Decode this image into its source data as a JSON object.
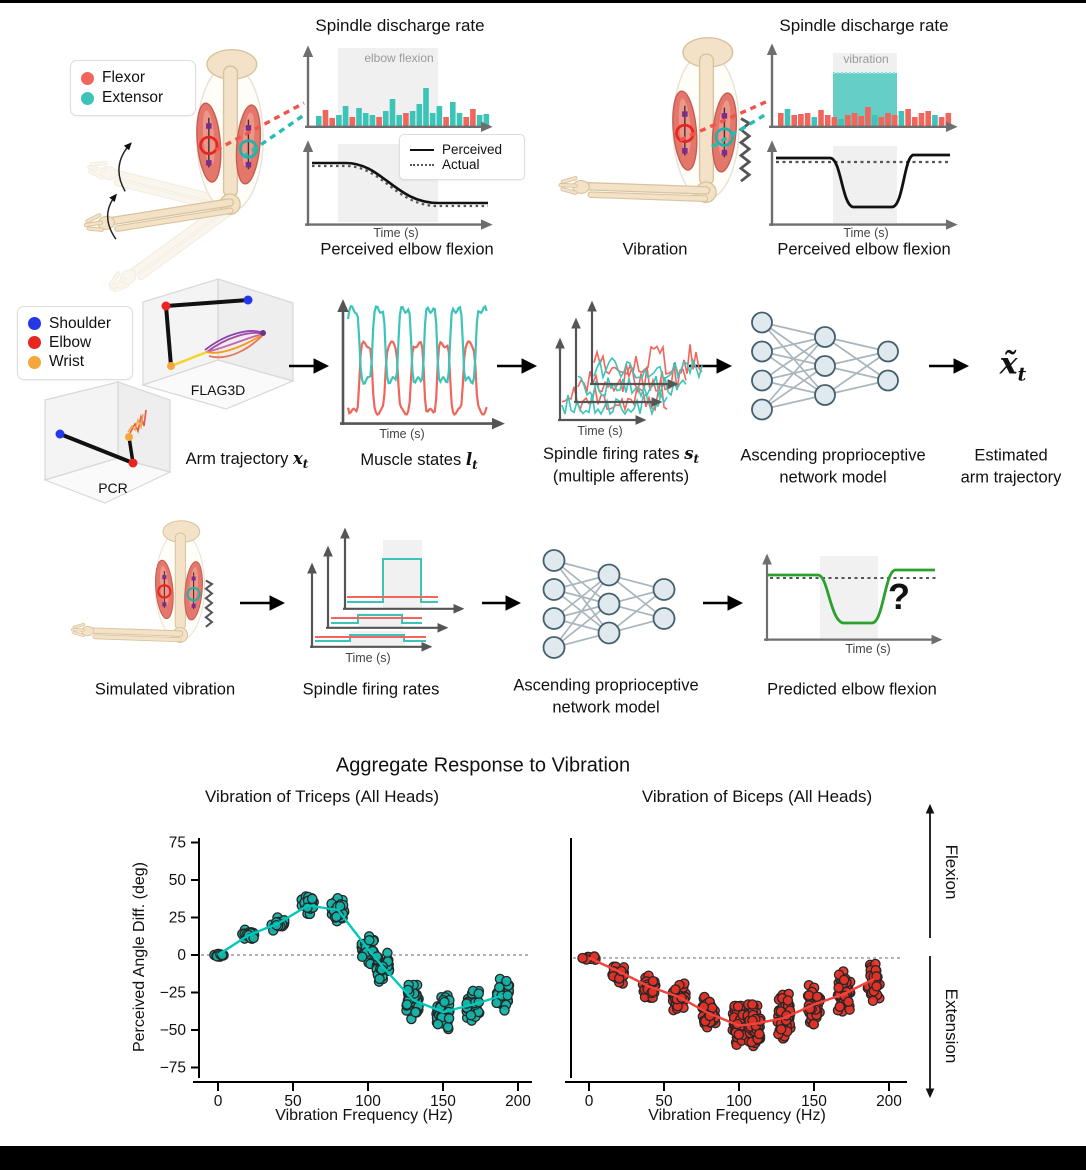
{
  "colors": {
    "flexor_red": "#f0655c",
    "extensor_teal": "#3cc4b9",
    "teal_block": "#4cc9be",
    "teal_scatter": "#14b3a8",
    "teal_line": "#00c9bc",
    "red_scatter": "#e23227",
    "red_line": "#f4433c",
    "green": "#2ca02c",
    "axis_gray": "#6e6e6e",
    "band_gray": "#f0f0f0",
    "node_fill": "#dfe9ee",
    "node_edge": "#44606e",
    "edge_gray": "#a9b6bc",
    "blue": "#2438e8",
    "elbow_red": "#e8251f",
    "wrist_orange": "#f5a73b"
  },
  "panel_a": {
    "title": "Spindle discharge rate",
    "legend": [
      {
        "label": "Flexor",
        "color": "#f0655c"
      },
      {
        "label": "Extensor",
        "color": "#3cc4b9"
      }
    ],
    "band_label": "elbow flexion",
    "bars": [
      [
        10,
        "t"
      ],
      [
        16,
        "r"
      ],
      [
        8,
        "r"
      ],
      [
        11,
        "t"
      ],
      [
        20,
        "t"
      ],
      [
        9,
        "r"
      ],
      [
        18,
        "t"
      ],
      [
        13,
        "t"
      ],
      [
        11,
        "t"
      ],
      [
        9,
        "r"
      ],
      [
        15,
        "t"
      ],
      [
        27,
        "t"
      ],
      [
        11,
        "t"
      ],
      [
        13,
        "r"
      ],
      [
        15,
        "t"
      ],
      [
        22,
        "t"
      ],
      [
        38,
        "t"
      ],
      [
        13,
        "t"
      ],
      [
        20,
        "t"
      ],
      [
        9,
        "r"
      ],
      [
        24,
        "t"
      ],
      [
        13,
        "t"
      ],
      [
        9,
        "r"
      ],
      [
        17,
        "r"
      ],
      [
        11,
        "t"
      ],
      [
        12,
        "t"
      ]
    ],
    "line_legend": {
      "perceived": "Perceived",
      "actual": "Actual"
    },
    "time_label": "Time (s)",
    "caption": "Perceived elbow flexion"
  },
  "panel_b": {
    "title": "Spindle discharge rate",
    "band_label": "vibration",
    "bars": [
      [
        13,
        "r"
      ],
      [
        17,
        "t"
      ],
      [
        11,
        "r"
      ],
      [
        12,
        "r"
      ],
      [
        13,
        "r"
      ],
      [
        9,
        "t"
      ],
      [
        16,
        "r"
      ],
      [
        11,
        "r"
      ],
      [
        9,
        "r"
      ],
      [
        7,
        "t"
      ],
      [
        11,
        "r"
      ],
      [
        13,
        "r"
      ],
      [
        10,
        "r"
      ],
      [
        19,
        "r"
      ],
      [
        11,
        "t"
      ],
      [
        9,
        "r"
      ],
      [
        13,
        "r"
      ],
      [
        11,
        "r"
      ],
      [
        15,
        "t"
      ],
      [
        17,
        "r"
      ],
      [
        9,
        "r"
      ],
      [
        13,
        "r"
      ],
      [
        15,
        "r"
      ],
      [
        11,
        "t"
      ],
      [
        9,
        "r"
      ],
      [
        13,
        "r"
      ]
    ],
    "arm_caption": "Vibration",
    "time_label": "Time (s)",
    "caption": "Perceived elbow flexion"
  },
  "pipeline": {
    "legend": [
      {
        "label": "Shoulder",
        "color": "#2438e8"
      },
      {
        "label": "Elbow",
        "color": "#e8251f"
      },
      {
        "label": "Wrist",
        "color": "#f5a73b"
      }
    ],
    "dataset_labels": [
      "FLAG3D",
      "PCR"
    ],
    "arm_traj": {
      "text": "Arm trajectory",
      "sym": "x",
      "sub": "t"
    },
    "muscle": {
      "caption": "Muscle states",
      "sym": "l",
      "sub": "t",
      "time": "Time (s)",
      "cycles": 5.4
    },
    "spindle": {
      "caption": "Spindle firing rates",
      "sym": "s",
      "sub": "t",
      "line2": "(multiple afferents)",
      "time": "Time (s)"
    },
    "network": {
      "caption1": "Ascending proprioceptive",
      "caption2": "network model",
      "layers": [
        4,
        3,
        2
      ]
    },
    "estimated": {
      "sym": "x̃",
      "sub": "t",
      "caption1": "Estimated",
      "caption2": "arm trajectory"
    }
  },
  "simulation": {
    "arm_caption": "Simulated vibration",
    "spindle_caption": "Spindle firing rates",
    "time_label": "Time (s)",
    "network": {
      "caption1": "Ascending proprioceptive",
      "caption2": "network model",
      "layers": [
        4,
        3,
        2
      ]
    },
    "predicted": {
      "caption": "Predicted elbow flexion",
      "time": "Time (s)",
      "question": "?"
    }
  },
  "aggregate": {
    "title": "Aggregate Response to Vibration",
    "flexion_label": "Flexion",
    "extension_label": "Extension"
  },
  "chart_data": [
    {
      "type": "scatter",
      "title": "Vibration of Triceps (All Heads)",
      "xlabel": "Vibration Frequency (Hz)",
      "ylabel": "Perceived Angle Diff. (deg)",
      "xlim": [
        -12,
        212
      ],
      "ylim": [
        -85,
        85
      ],
      "xticks": [
        0,
        50,
        100,
        150,
        200
      ],
      "yticks": [
        75,
        50,
        25,
        0,
        -25,
        -50,
        -75
      ],
      "zero_line": true,
      "legend_position": "none",
      "grid": false,
      "dot_color": "#14b3a8",
      "line_color": "#00c9bc",
      "frequencies": [
        0,
        20,
        40,
        60,
        80,
        100,
        110,
        130,
        150,
        170,
        190
      ],
      "trend": [
        0,
        13,
        21,
        33,
        30,
        4,
        -8,
        -30,
        -38,
        -33,
        -27
      ],
      "clusters": [
        {
          "f": 0,
          "mean": 0,
          "lo": -1.5,
          "hi": 1.5,
          "n": 14
        },
        {
          "f": 20,
          "mean": 13,
          "lo": 8,
          "hi": 18,
          "n": 22
        },
        {
          "f": 40,
          "mean": 21,
          "lo": 16,
          "hi": 25,
          "n": 22
        },
        {
          "f": 60,
          "mean": 33,
          "lo": 26,
          "hi": 39,
          "n": 26
        },
        {
          "f": 80,
          "mean": 30,
          "lo": 17,
          "hi": 39,
          "n": 40
        },
        {
          "f": 100,
          "mean": 4,
          "lo": -8,
          "hi": 15,
          "n": 48
        },
        {
          "f": 110,
          "mean": -8,
          "lo": -19,
          "hi": 3,
          "n": 44
        },
        {
          "f": 130,
          "mean": -30,
          "lo": -45,
          "hi": -20,
          "n": 44
        },
        {
          "f": 150,
          "mean": -38,
          "lo": -54,
          "hi": -27,
          "n": 48
        },
        {
          "f": 170,
          "mean": -33,
          "lo": -46,
          "hi": -23,
          "n": 44
        },
        {
          "f": 190,
          "mean": -27,
          "lo": -42,
          "hi": -16,
          "n": 40
        }
      ]
    },
    {
      "type": "scatter",
      "title": "Vibration of Biceps (All Heads)",
      "xlabel": "Vibration Frequency (Hz)",
      "ylabel": "",
      "xlim": [
        -12,
        212
      ],
      "ylim": [
        -85,
        85
      ],
      "xticks": [
        0,
        50,
        100,
        150,
        200
      ],
      "yticks": [],
      "zero_line": true,
      "legend_position": "none",
      "grid": false,
      "dot_color": "#e23227",
      "line_color": "#f4433c",
      "frequencies": [
        0,
        20,
        40,
        60,
        80,
        100,
        110,
        130,
        150,
        170,
        190
      ],
      "trend": [
        0,
        -9,
        -19,
        -26,
        -37,
        -45,
        -44,
        -40,
        -31,
        -24,
        -14
      ],
      "clusters": [
        {
          "f": 0,
          "mean": 0,
          "lo": -2,
          "hi": 1,
          "n": 14
        },
        {
          "f": 20,
          "mean": -10,
          "lo": -19,
          "hi": -3,
          "n": 26
        },
        {
          "f": 40,
          "mean": -20,
          "lo": -31,
          "hi": -9,
          "n": 30
        },
        {
          "f": 60,
          "mean": -26,
          "lo": -39,
          "hi": -16,
          "n": 34
        },
        {
          "f": 80,
          "mean": -37,
          "lo": -56,
          "hi": -26,
          "n": 44
        },
        {
          "f": 100,
          "mean": -45,
          "lo": -68,
          "hi": -32,
          "n": 60
        },
        {
          "f": 110,
          "mean": -44,
          "lo": -66,
          "hi": -31,
          "n": 56
        },
        {
          "f": 130,
          "mean": -40,
          "lo": -59,
          "hi": -24,
          "n": 50
        },
        {
          "f": 150,
          "mean": -32,
          "lo": -55,
          "hi": -17,
          "n": 48
        },
        {
          "f": 170,
          "mean": -25,
          "lo": -48,
          "hi": -9,
          "n": 48
        },
        {
          "f": 190,
          "mean": -16,
          "lo": -37,
          "hi": -4,
          "n": 44
        }
      ]
    }
  ]
}
